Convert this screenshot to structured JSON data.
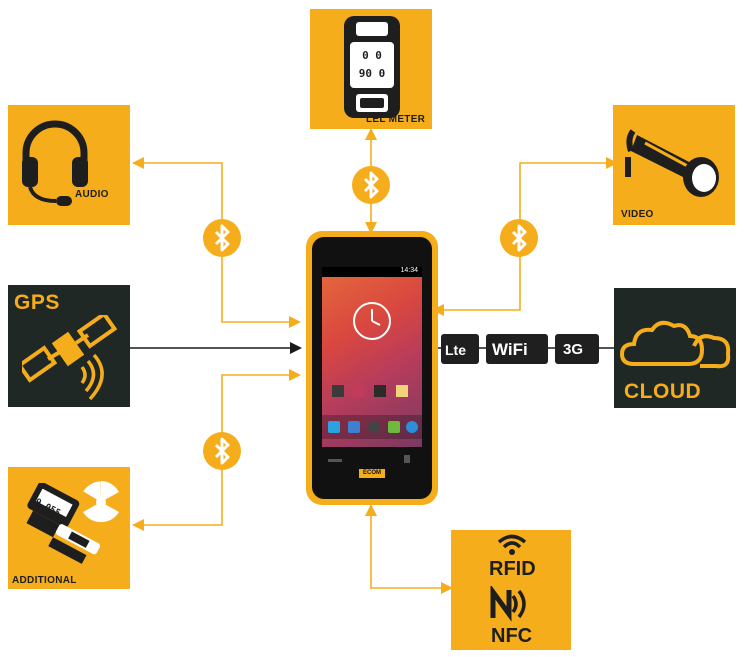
{
  "diagram": {
    "tiles": {
      "lel_meter": {
        "label": "LEL METER",
        "display_top": "0 0",
        "display_bottom": "90 0"
      },
      "audio": {
        "label": "AUDIO"
      },
      "video": {
        "label": "VIDEO"
      },
      "gps": {
        "label": "GPS"
      },
      "cloud": {
        "label": "CLOUD"
      },
      "additional": {
        "label": "ADDITIONAL",
        "device_text": "9.055"
      },
      "rfid_nfc": {
        "rfid_label": "RFID",
        "nfc_label": "NFC"
      }
    },
    "badges": {
      "lte": "Lte",
      "wifi": "WiFi",
      "g3": "3G"
    },
    "phone": {
      "brand": "ECOM",
      "time": "14:34"
    },
    "colors": {
      "accent": "#f5ad1b",
      "dark_tile": "#1f2824",
      "line": "#f5ad1b",
      "black_line": "#1a1a1a"
    },
    "icons": [
      "headset-icon",
      "gas-meter-icon",
      "security-camera-icon",
      "satellite-icon",
      "cloud-icon",
      "radiation-icon",
      "geiger-counter-icon",
      "wifi-signal-icon",
      "nfc-icon",
      "bluetooth-icon"
    ]
  }
}
